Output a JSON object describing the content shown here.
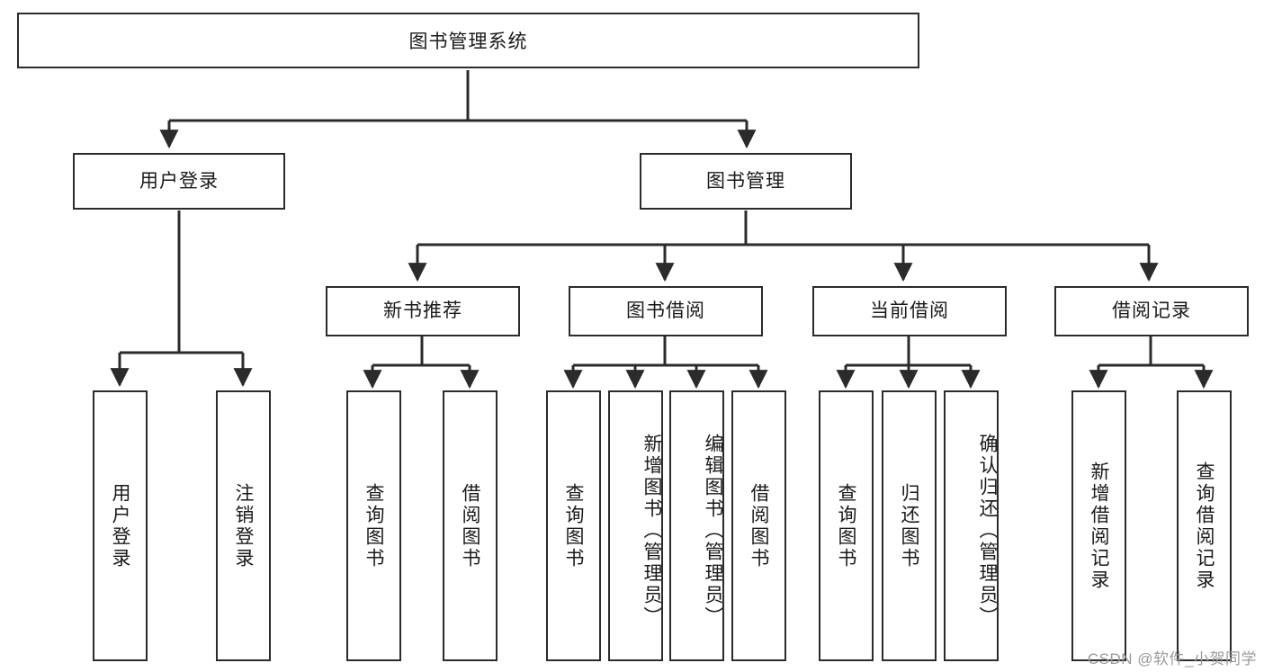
{
  "diagram": {
    "title": "图书管理系统",
    "type": "tree-hierarchy-chart",
    "watermark": "CSDN @软件_小贺同学",
    "colors": {
      "box_border": "#2b2b2b",
      "box_fill": "#ffffff",
      "connector": "#2b2b2b",
      "text": "#1a1a1a",
      "watermark": "#9a9a9a"
    },
    "root": {
      "label": "图书管理系统"
    },
    "level2": [
      {
        "label": "用户登录"
      },
      {
        "label": "图书管理"
      }
    ],
    "level3": [
      {
        "label": "新书推荐"
      },
      {
        "label": "图书借阅"
      },
      {
        "label": "当前借阅"
      },
      {
        "label": "借阅记录"
      }
    ],
    "leaves": {
      "user_login": [
        {
          "label": "用户登录"
        },
        {
          "label": "注销登录"
        }
      ],
      "new_book_recommend": [
        {
          "label": "查询图书"
        },
        {
          "label": "借阅图书"
        }
      ],
      "book_borrow": [
        {
          "label": "查询图书"
        },
        {
          "label": "新增图书（管理员）"
        },
        {
          "label": "编辑图书（管理员）"
        },
        {
          "label": "借阅图书"
        }
      ],
      "current_borrow": [
        {
          "label": "查询图书"
        },
        {
          "label": "归还图书"
        },
        {
          "label": "确认归还（管理员）"
        }
      ],
      "borrow_record": [
        {
          "label": "新增借阅记录"
        },
        {
          "label": "查询借阅记录"
        }
      ]
    }
  }
}
